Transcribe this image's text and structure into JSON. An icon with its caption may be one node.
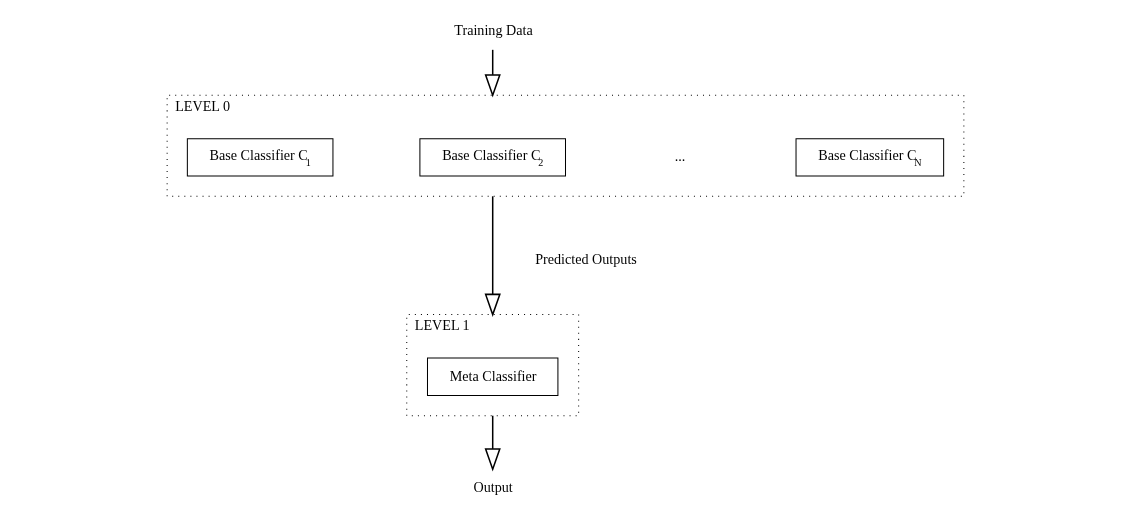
{
  "diagram": {
    "nodes": [
      {
        "text": [
          "Training Data"
        ]
      },
      {
        "text": [
          "LEVEL 0"
        ]
      },
      {
        "text": [
          "Base Classifier C$_{1}$"
        ],
        "in": 1
      },
      {
        "text": [
          "Base Classifier C$_{2}$"
        ],
        "in": 1
      },
      {
        "text": [
          "Base Classifier C$_{N}$"
        ],
        "in": 1
      },
      {
        "text": [
          "LEVEL 1"
        ]
      },
      {
        "text": [
          "Meta Classifier"
        ],
        "in": 5
      },
      {
        "text": [
          "Output"
        ]
      }
    ],
    "edges": [
      {
        "from": 0,
        "to": 1,
        "arrow": "to"
      },
      {
        "from": 1,
        "to": 5,
        "arrow": "to",
        "label": "Predicted Outputs"
      },
      {
        "from": 5,
        "to": 7,
        "arrow": "to"
      }
    ],
    "labels": [
      "..."
    ]
  }
}
